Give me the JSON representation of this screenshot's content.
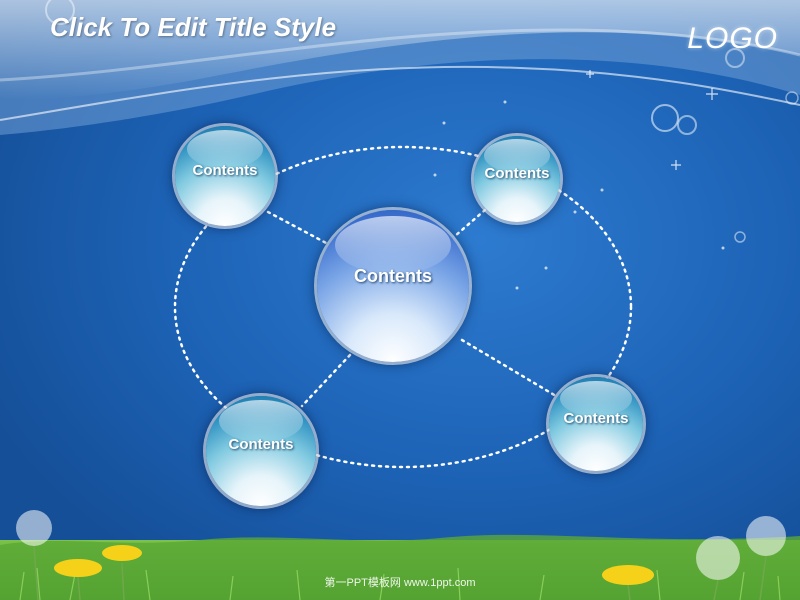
{
  "slide": {
    "title": "Click To Edit Title Style",
    "logo": "LOGO",
    "footer": "第一PPT模板网 www.1ppt.com"
  },
  "diagram": {
    "center": {
      "label": "Contents"
    },
    "satellites": [
      {
        "label": "Contents"
      },
      {
        "label": "Contents"
      },
      {
        "label": "Contents"
      },
      {
        "label": "Contents"
      }
    ]
  }
}
